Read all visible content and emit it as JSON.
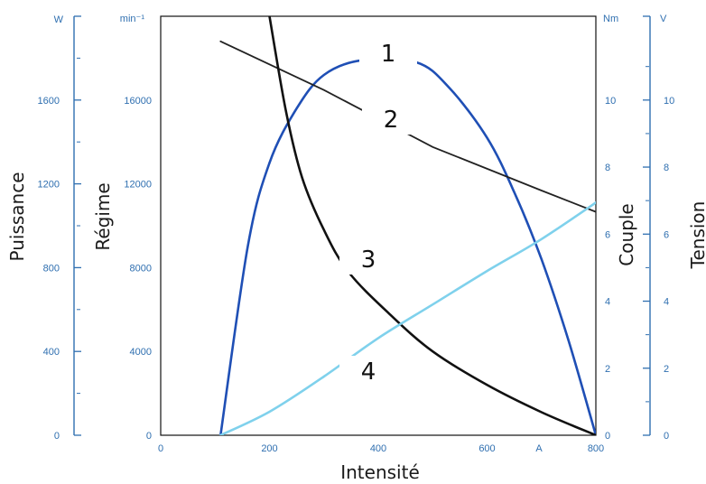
{
  "chart_data": {
    "type": "line",
    "xlabel": "Intensité",
    "x_ticks": [
      "0",
      "200",
      "400",
      "600",
      "800"
    ],
    "x_unit": "A",
    "xlim": [
      0,
      800
    ],
    "axes": {
      "puissance": {
        "label": "Puissance",
        "unit": "W",
        "ticks": [
          "0",
          "400",
          "800",
          "1200",
          "1600"
        ],
        "tick_values": [
          0,
          400,
          800,
          1200,
          1600
        ],
        "lim": [
          0,
          2000
        ]
      },
      "regime": {
        "label": "Régime",
        "unit": "min⁻¹",
        "ticks": [
          "0",
          "4000",
          "8000",
          "12000",
          "16000"
        ],
        "tick_values": [
          0,
          4000,
          8000,
          12000,
          16000
        ],
        "lim": [
          0,
          20000
        ]
      },
      "couple": {
        "label": "Couple",
        "unit": "Nm",
        "ticks": [
          "0",
          "2",
          "4",
          "6",
          "8",
          "10"
        ],
        "tick_values": [
          0,
          2,
          4,
          6,
          8,
          10
        ],
        "lim": [
          0,
          12.5
        ]
      },
      "tension": {
        "label": "Tension",
        "unit": "V",
        "ticks": [
          "0",
          "2",
          "4",
          "6",
          "8",
          "10"
        ],
        "tick_values": [
          0,
          2,
          4,
          6,
          8,
          10
        ],
        "lim": [
          0,
          12.5
        ]
      }
    },
    "series": [
      {
        "label": "1",
        "axis": "puissance",
        "color": "#1f4fb5",
        "x": [
          110,
          160,
          200,
          250,
          300,
          370,
          470,
          530,
          600,
          650,
          700,
          750,
          800
        ],
        "y": [
          0,
          900,
          1300,
          1560,
          1720,
          1790,
          1780,
          1660,
          1420,
          1160,
          840,
          450,
          0
        ]
      },
      {
        "label": "2",
        "axis": "tension",
        "color": "#222222",
        "x": [
          110,
          300,
          500,
          700,
          810
        ],
        "y": [
          11.75,
          10.3,
          8.6,
          7.3,
          6.6
        ]
      },
      {
        "label": "3",
        "axis": "regime",
        "color": "#111111",
        "x": [
          200,
          230,
          260,
          300,
          345,
          420,
          500,
          600,
          700,
          800
        ],
        "y": [
          20000,
          15500,
          12300,
          9800,
          7800,
          5800,
          4000,
          2400,
          1100,
          0
        ]
      },
      {
        "label": "4",
        "axis": "couple",
        "color": "#7fd1ec",
        "x": [
          110,
          200,
          300,
          400,
          500,
          600,
          700,
          810
        ],
        "y": [
          0,
          0.7,
          1.75,
          2.9,
          3.9,
          4.9,
          5.85,
          7.05
        ]
      }
    ]
  }
}
